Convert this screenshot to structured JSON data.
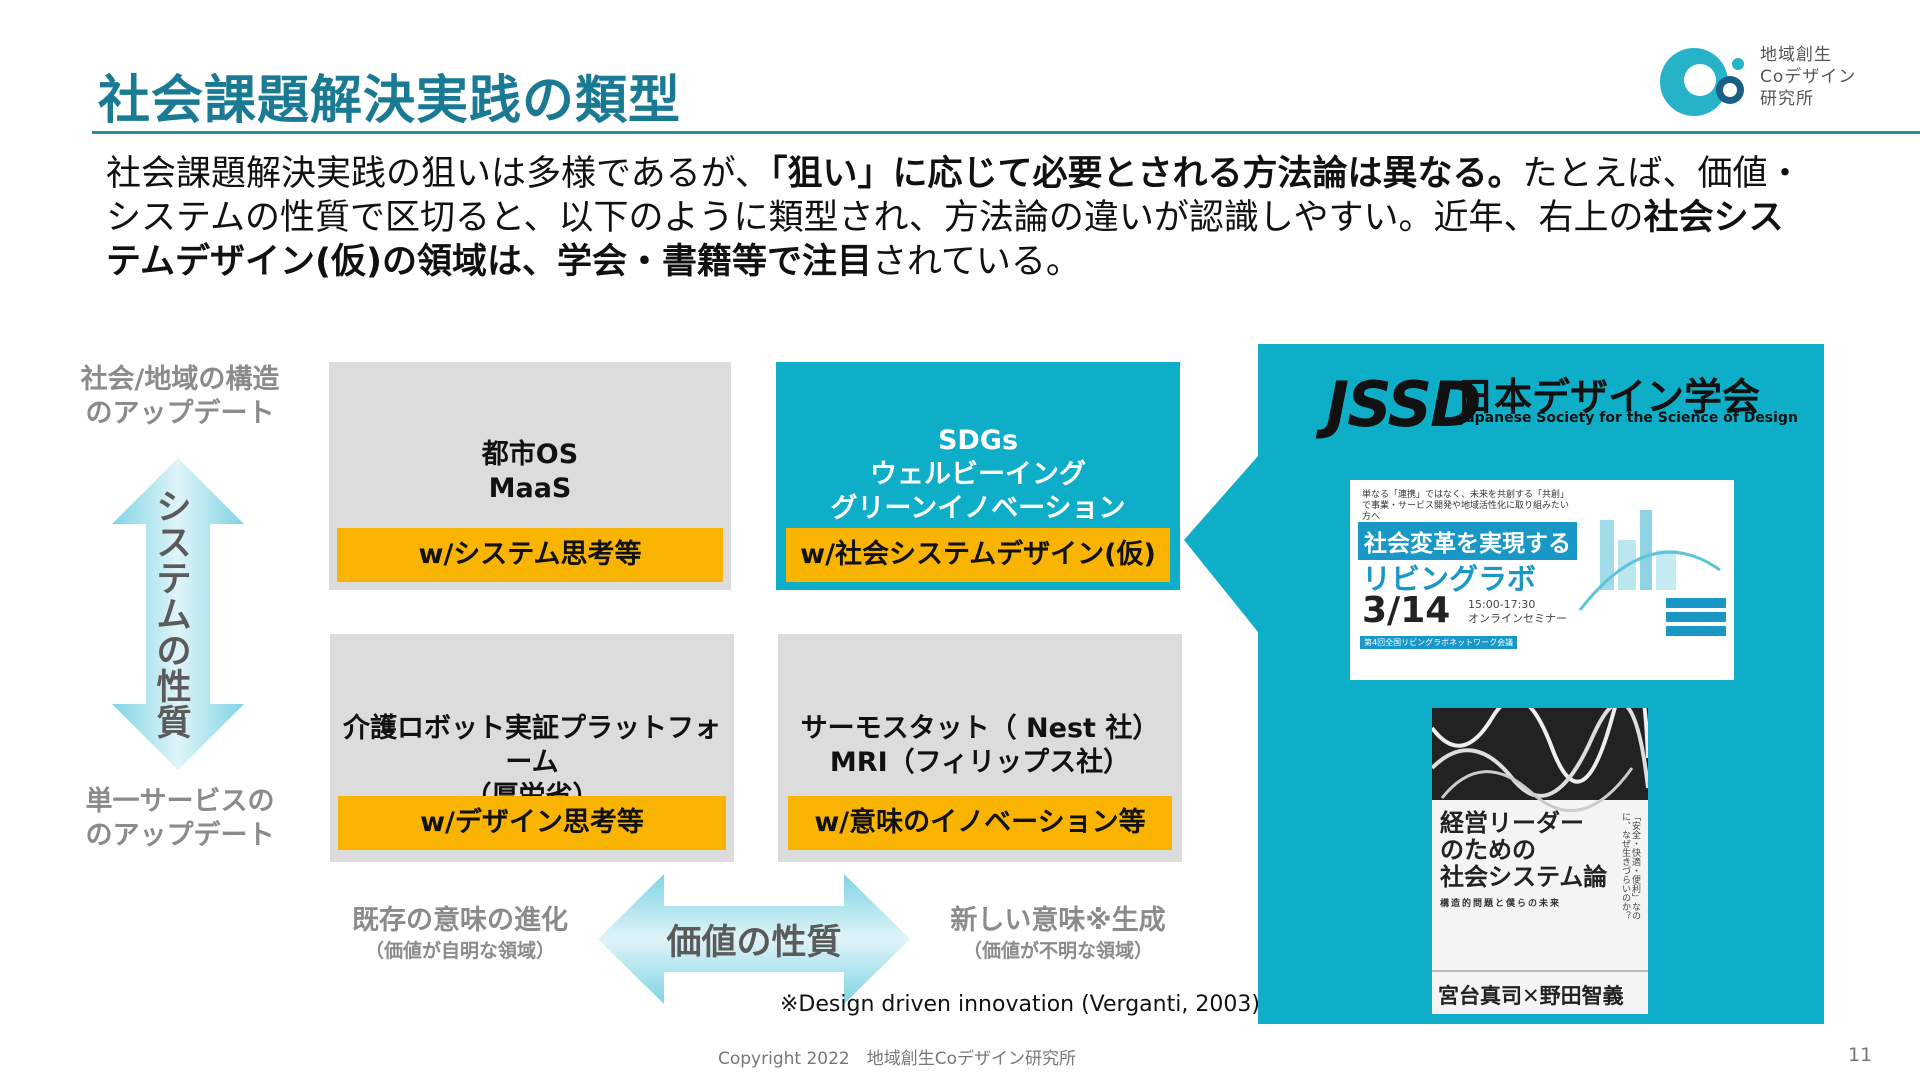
{
  "header": {
    "title": "社会課題解決実践の類型",
    "logo_text": "地域創生\nCoデザイン\n研究所"
  },
  "intro": {
    "p1": "社会課題解決実践の狙いは多様であるが、",
    "p2": "「狙い」に応じて必要とされる方法論は異なる。",
    "p3": "たとえば、価値・システムの性質で区切ると、以下のように類型され、方法論の違いが認識しやすい。近年、右上の",
    "p4": "社会システムデザイン(仮)の領域は、学会・書籍等で注目",
    "p5": "されている。"
  },
  "vertical_axis": {
    "top_label": "社会/地域の構造\nのアップデート",
    "arrow_label": "システムの性質",
    "bottom_label": "単一サービスの\nのアップデート"
  },
  "quadrants": [
    {
      "title": "都市OS\nMaaS",
      "method": "w/システム思考等"
    },
    {
      "title": "SDGs\nウェルビーイング\nグリーンイノベーション",
      "method": "w/社会システムデザイン(仮)"
    },
    {
      "title": "介護ロボット実証プラットフォーム\n（厚労省）",
      "method": "w/デザイン思考等"
    },
    {
      "title": "サーモスタット（ Nest 社）\nMRI（フィリップス社）",
      "method": "w/意味のイノベーション等"
    }
  ],
  "horizontal_axis": {
    "arrow_label": "価値の性質",
    "left_main": "既存の意味の進化",
    "left_sub": "（価値が自明な領域）",
    "right_main": "新しい意味※生成",
    "right_sub": "（価値が不明な領域）"
  },
  "footnote": "※Design driven innovation (Verganti, 2003)",
  "right_panel": {
    "society_logo": "JSSD",
    "society_name": "日本デザイン学会",
    "society_en": "Japanese Society for the Science of Design",
    "flyer": {
      "top": "単なる「連携」ではなく、未来を共創する「共創」で事業・サービス開発や地域活性化に取り組みたい方へ",
      "headline": "社会変革を実現する",
      "headline2": "リビングラボ",
      "date": "3/14",
      "time": "15:00-17:30\nオンラインセミナー",
      "band": "第4回全国リビングラボネットワーク会議"
    },
    "book": {
      "title": "経営リーダー\nのための\n社会システム論",
      "subtitle": "構造的問題と僕らの未来",
      "vertical": "「安全・快適・便利」なのに、なぜ生きづらいのか？",
      "authors": "宮台真司✕野田智義"
    }
  },
  "footer": {
    "copyright": "Copyright 2022　地域創生Coデザイン研究所",
    "page": "11"
  },
  "colors": {
    "title": "#1b7a93",
    "teal": "#0faec8",
    "quad_gray": "#dcdcdc",
    "method_yellow": "#f8b400",
    "axis_gray": "#8b8b8b"
  }
}
